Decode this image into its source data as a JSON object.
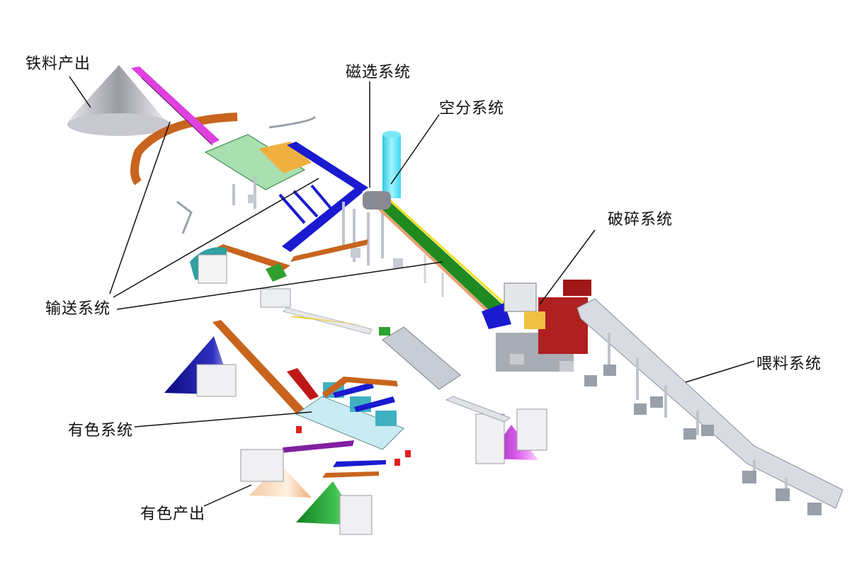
{
  "labels": {
    "iron_output": "铁料产出",
    "magnetic_system": "磁选系统",
    "air_separation_system": "空分系统",
    "crushing_system": "破碎系统",
    "conveying_system": "输送系统",
    "feeding_system": "喂料系统",
    "nonferrous_system": "有色系统",
    "nonferrous_output": "有色产出"
  },
  "colors": {
    "conveyor_green": "#1f8a1f",
    "conveyor_blue": "#1a1ad0",
    "conveyor_orange": "#c8641e",
    "conveyor_magenta": "#e040e0",
    "tower_cyan": "#4fe0f0",
    "feeder_gray": "#d8dbe2",
    "crusher_red": "#a01818",
    "pile_navy": "#1c1c9a",
    "pile_peach": "#f0b080",
    "pile_green": "#20a030",
    "pile_violet": "#c040d0",
    "pile_silver": "#b8b8c0"
  }
}
